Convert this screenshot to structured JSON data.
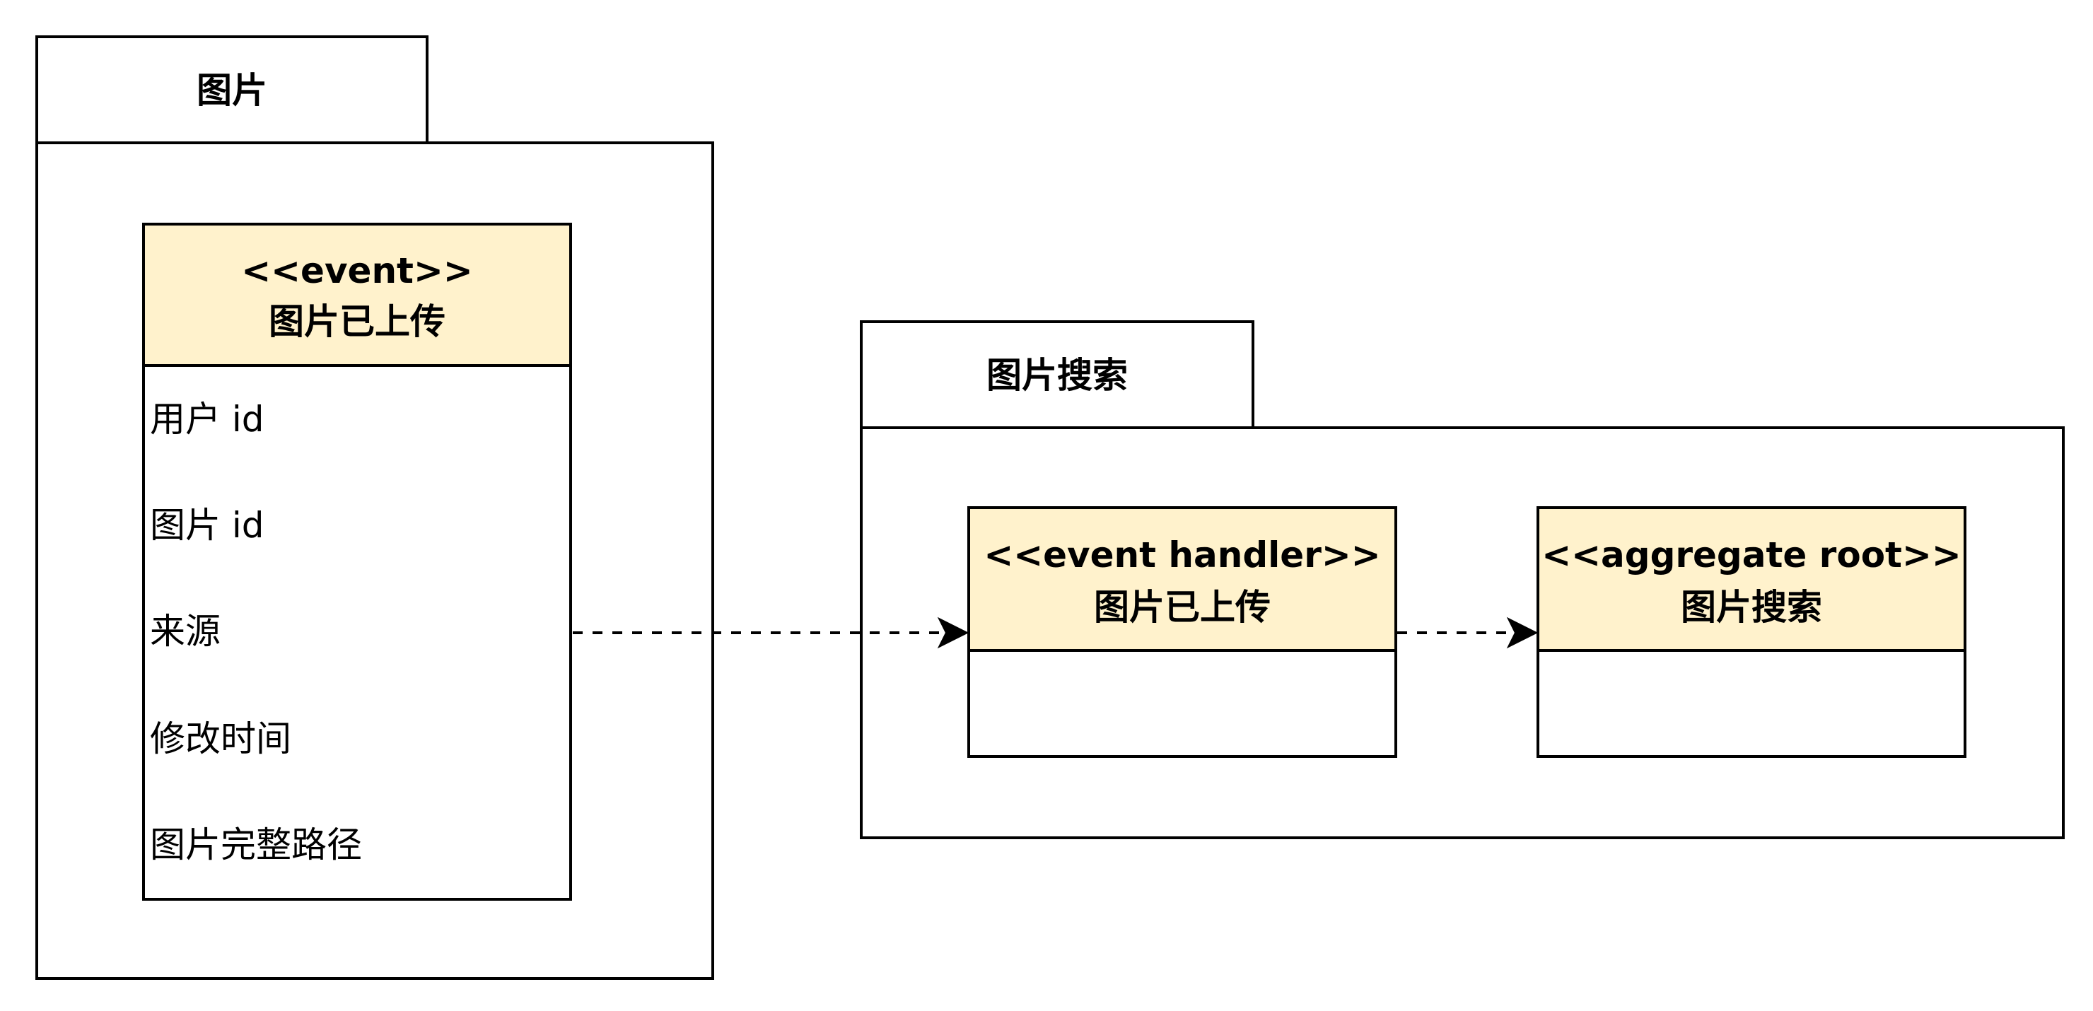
{
  "colors": {
    "class_header_fill": "#fff2cc",
    "line": "#000000",
    "background": "#ffffff"
  },
  "packages": [
    {
      "title": "图片",
      "classes": [
        {
          "stereotype": "<<event>>",
          "name": "图片已上传",
          "attributes": [
            "用户 id",
            "图片 id",
            "来源",
            "修改时间",
            "图片完整路径"
          ]
        }
      ]
    },
    {
      "title": "图片搜索",
      "classes": [
        {
          "stereotype": "<<event handler>>",
          "name": "图片已上传",
          "attributes": []
        },
        {
          "stereotype": "<<aggregate root>>",
          "name": "图片搜索",
          "attributes": []
        }
      ]
    }
  ],
  "connections": [
    {
      "from": "图片已上传 event",
      "to": "图片已上传 event handler",
      "style": "dashed-arrow"
    },
    {
      "from": "图片已上传 event handler",
      "to": "图片搜索 aggregate root",
      "style": "dashed-arrow"
    }
  ]
}
